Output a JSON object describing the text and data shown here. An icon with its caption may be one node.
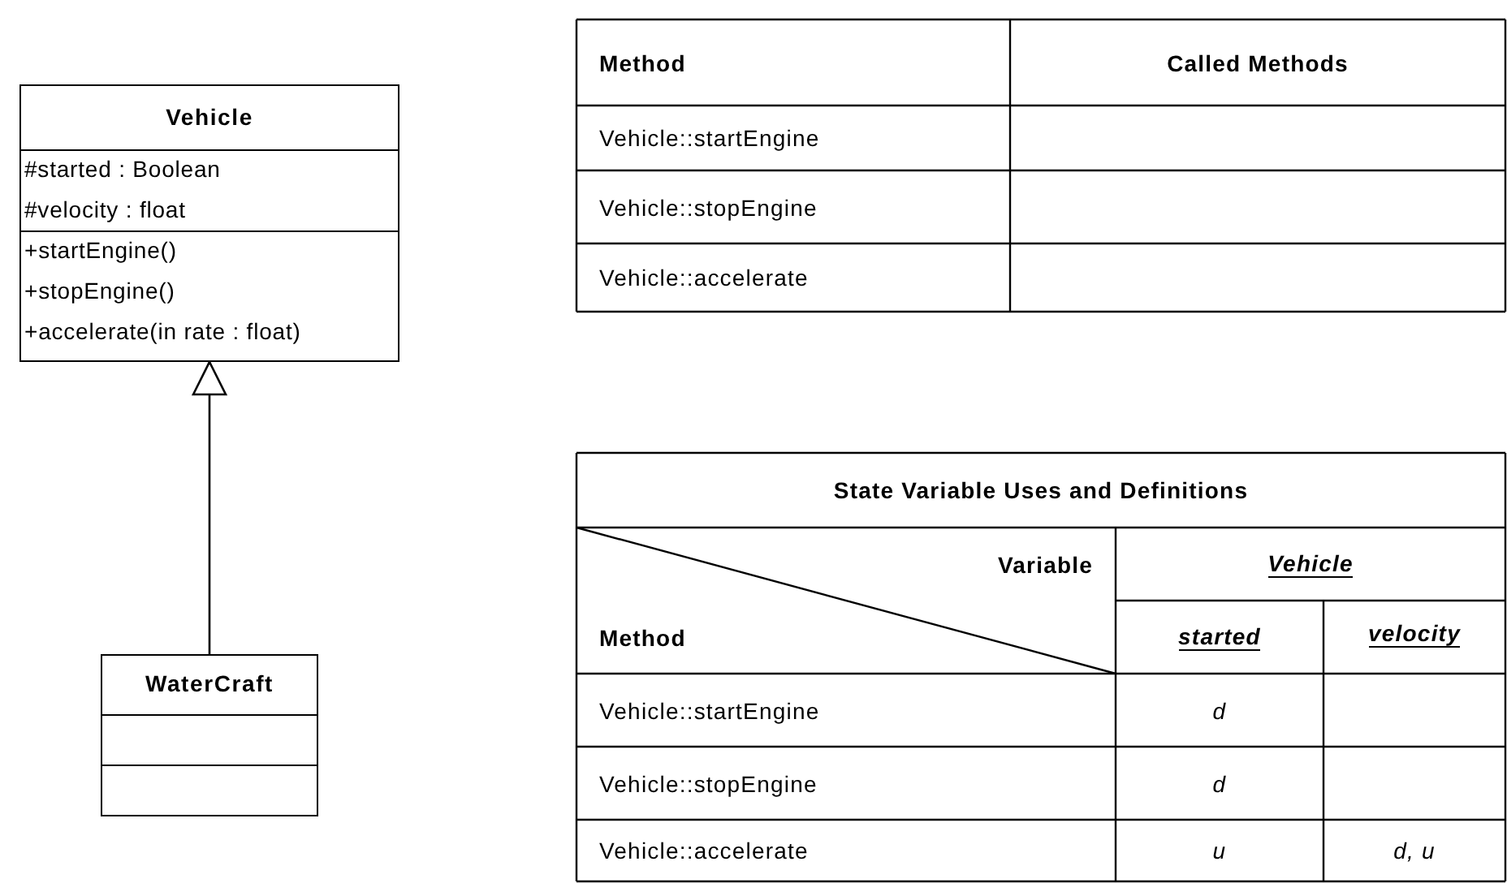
{
  "diagram": {
    "nodes": [
      {
        "text": [
          "Vehicle",
          "#started : Boolean",
          "#velocity : float",
          "+startEngine()",
          "+stopEngine()",
          "+accelerate(in rate : float)"
        ]
      },
      {
        "text": [
          "WaterCraft"
        ]
      }
    ],
    "edges": [
      {
        "from": 1,
        "to": 0,
        "arrow": "to"
      }
    ],
    "labels": [
      "Method",
      "Called Methods",
      "Vehicle::startEngine",
      "Vehicle::stopEngine",
      "Vehicle::accelerate",
      "State Variable Uses and Definitions",
      "Variable",
      "Vehicle",
      "Method",
      "started",
      "velocity",
      "Vehicle::startEngine",
      "d",
      "Vehicle::stopEngine",
      "d",
      "Vehicle::accelerate",
      "u",
      "d, u"
    ]
  }
}
